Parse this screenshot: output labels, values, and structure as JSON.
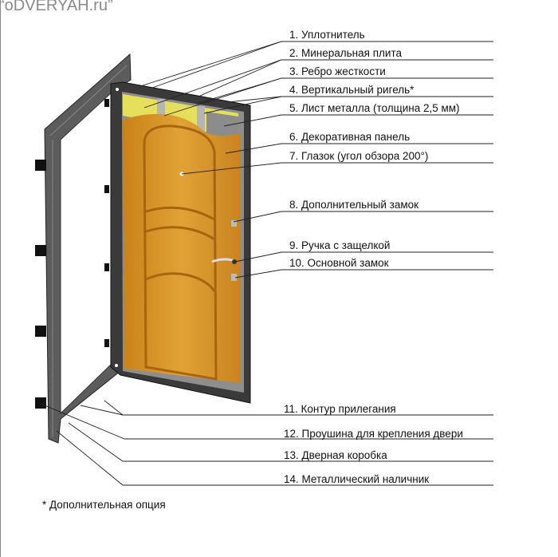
{
  "watermark": "“oDVERYAH.ru”",
  "labels": [
    "1. Уплотнитель",
    "2. Минеральная плита",
    "3. Ребро жесткости",
    "4. Вертикальный ригель*",
    "5. Лист металла (толщина 2,5 мм)",
    "6. Декоративная панель",
    "7. Глазок (угол обзора 200°)",
    "8. Дополнительный замок",
    "9. Ручка с защелкой",
    "10. Основной замок",
    "11. Контур прилегания",
    "12. Проушина для крепления двери",
    "13. Дверная коробка",
    "14. Металлический наличник"
  ],
  "footnote": "* Дополнительная опция",
  "colors": {
    "frame": "#5a5a5a",
    "panel": "#d9962a",
    "insulation": "#e8e060",
    "metal": "#9a9a9a"
  }
}
